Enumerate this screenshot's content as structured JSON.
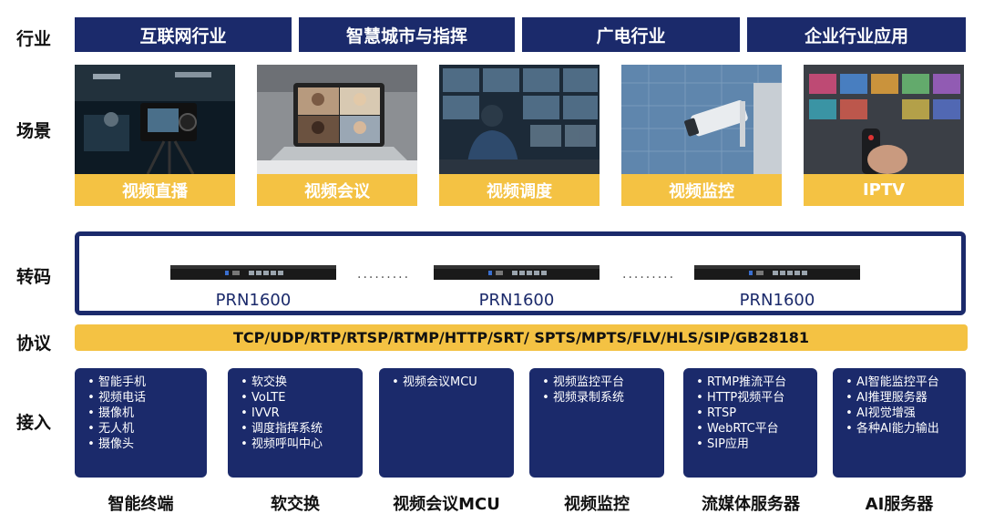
{
  "row_labels": {
    "industry": "行业",
    "scene": "场景",
    "transcode": "转码",
    "protocol": "协议",
    "access": "接入"
  },
  "industries": [
    "互联网行业",
    "智慧城市与指挥",
    "广电行业",
    "企业行业应用"
  ],
  "scenes": [
    "视频直播",
    "视频会议",
    "视频调度",
    "视频监控",
    "IPTV"
  ],
  "devices": [
    "PRN1600",
    "PRN1600",
    "PRN1600"
  ],
  "protocol_text": "TCP/UDP/RTP/RTSP/RTMP/HTTP/SRT/ SPTS/MPTS/FLV/HLS/SIP/GB28181",
  "access_groups": [
    {
      "title": "智能终端",
      "items": [
        "智能手机",
        "视频电话",
        "摄像机",
        "无人机",
        "摄像头"
      ]
    },
    {
      "title": "软交换",
      "items": [
        "软交换",
        "VoLTE",
        "IVVR",
        "调度指挥系统",
        "视频呼叫中心"
      ]
    },
    {
      "title": "视频会议MCU",
      "items": [
        "视频会议MCU"
      ]
    },
    {
      "title": "视频监控",
      "items": [
        "视频监控平台",
        "视频录制系统"
      ]
    },
    {
      "title": "流媒体服务器",
      "items": [
        "RTMP推流平台",
        "HTTP视频平台",
        "RTSP",
        "WebRTC平台",
        "SIP应用"
      ]
    },
    {
      "title": "AI服务器",
      "items": [
        "AI智能监控平台",
        "AI推理服务器",
        "AI视觉增强",
        "各种AI能力输出"
      ]
    }
  ],
  "colors": {
    "navy": "#1b2a6b",
    "gold": "#f4c243"
  }
}
